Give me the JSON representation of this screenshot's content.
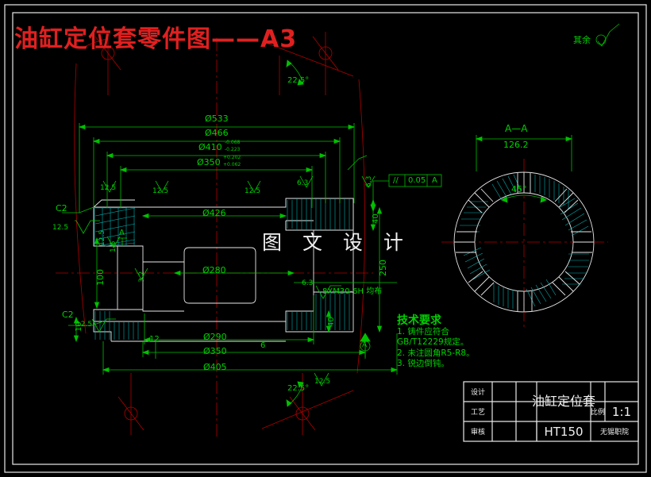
{
  "drawing": {
    "title": "油缸定位套零件图——A3",
    "watermark": "图 文 设 计",
    "surface_note_label": "其余",
    "section_label": "A—A",
    "section_width": "126.2",
    "section_angle": "45°",
    "top_angle": "22.5°",
    "bottom_angle": "22.5°",
    "datum_letter": "A"
  },
  "dimensions": {
    "d533": "Ø533",
    "d466": "Ø466",
    "d410": "Ø410",
    "d410_up": "-0.068",
    "d410_dn": "-0.223",
    "d350t": "Ø350",
    "d350t_up": "+0.202",
    "d350t_dn": "+0.062",
    "d426": "Ø426",
    "d280": "Ø280",
    "d290": "Ø290",
    "d350b": "Ø350",
    "d405": "Ø405",
    "v100": "100",
    "v10": "10",
    "v250": "250",
    "v40a": "40",
    "v40b": "40",
    "v12": "12",
    "v6": "6",
    "chamfer_top": "C2",
    "chamfer_bottom": "C2",
    "thread_note": "8XM30-6H   均布"
  },
  "roughness": {
    "r125_a": "12.5",
    "r125_b": "12.5",
    "r125_c": "12.5",
    "r125_d": "12.5",
    "r125_e": "12.5",
    "r125_f": "12.5",
    "r125_g": "12.5",
    "r63_a": "6.3",
    "r63_b": "6.3",
    "r63_c": "6.3",
    "r63_d": "6.3",
    "r32": "3.2",
    "r16": "1.6"
  },
  "gtol": {
    "symbol": "//",
    "value": "0.05",
    "datum": "A"
  },
  "tech_req": {
    "heading": "技术要求",
    "lines": [
      "1. 铸件应符合",
      "GB/T12229规定。",
      "2. 未注圆角R5-R8。",
      "3. 锐边倒钝。"
    ]
  },
  "title_block": {
    "row1_label": "设计",
    "row2_label": "工艺",
    "row3_label": "审核",
    "part_name": "油缸定位套",
    "material": "HT150",
    "scale_label": "比例",
    "scale_value": "1:1",
    "org": "无锡职院"
  }
}
